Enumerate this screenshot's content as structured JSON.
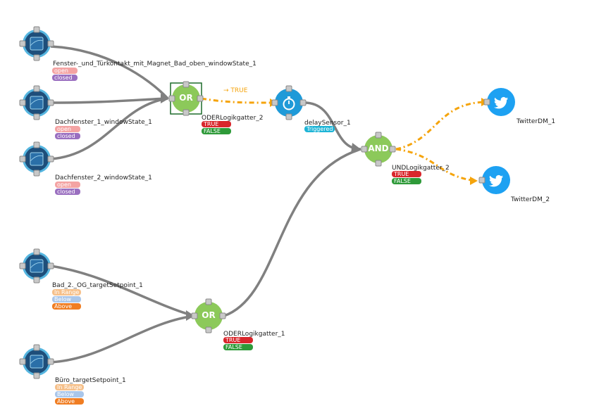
{
  "colors": {
    "sensor_outer": "#56b6e0",
    "sensor_inner": "#1e4e7a",
    "gate_green": "#8cc95a",
    "twitter_blue": "#1da1f2",
    "delay_blue": "#1f9ad8",
    "flow_orange": "#f5a40c",
    "wire_gray": "#808080",
    "badge_open": "#f4a3a3",
    "badge_closed": "#9a6fc0",
    "badge_true": "#d9262c",
    "badge_false": "#2e9a39",
    "badge_triggered": "#1eb4d6",
    "badge_inrange": "#f6c08a",
    "badge_below": "#a9c6ea",
    "badge_above": "#f07d22"
  },
  "nodes": {
    "window_bad": {
      "icon": "sensor-icon",
      "label": "Fenster-_und_Türkontakt_mit_Magnet_Bad_oben_windowState_1",
      "states": [
        "open",
        "closed"
      ]
    },
    "dachfenster_1": {
      "icon": "sensor-icon",
      "label": "Dachfenster_1_windowState_1",
      "states": [
        "open",
        "closed"
      ]
    },
    "dachfenster_2": {
      "icon": "sensor-icon",
      "label": "Dachfenster_2_windowState_1",
      "states": [
        "open",
        "closed"
      ]
    },
    "bad_og": {
      "icon": "sensor-icon",
      "label": "Bad_2._OG_targetSetpoint_1",
      "states": [
        "In Range",
        "Below",
        "Above"
      ]
    },
    "buero": {
      "icon": "sensor-icon",
      "label": "Büro_targetSetpoint_1",
      "states": [
        "In Range",
        "Below",
        "Above"
      ]
    },
    "or_gate_2": {
      "gate_text": "OR",
      "label": "ODERLogikgatter_2",
      "states": [
        "TRUE",
        "FALSE"
      ]
    },
    "or_gate_1": {
      "gate_text": "OR",
      "label": "ODERLogikgatter_1",
      "states": [
        "TRUE",
        "FALSE"
      ]
    },
    "delay": {
      "icon": "stopwatch-icon",
      "label": "delaySensor_1",
      "states": [
        "Triggered"
      ]
    },
    "and_gate": {
      "gate_text": "AND",
      "label": "UNDLogikgatter_2",
      "states": [
        "TRUE",
        "FALSE"
      ]
    },
    "twitter_1": {
      "icon": "twitter-bird-icon",
      "label": "TwitterDM_1"
    },
    "twitter_2": {
      "icon": "twitter-bird-icon",
      "label": "TwitterDM_2"
    }
  },
  "flow_label": "→ TRUE"
}
